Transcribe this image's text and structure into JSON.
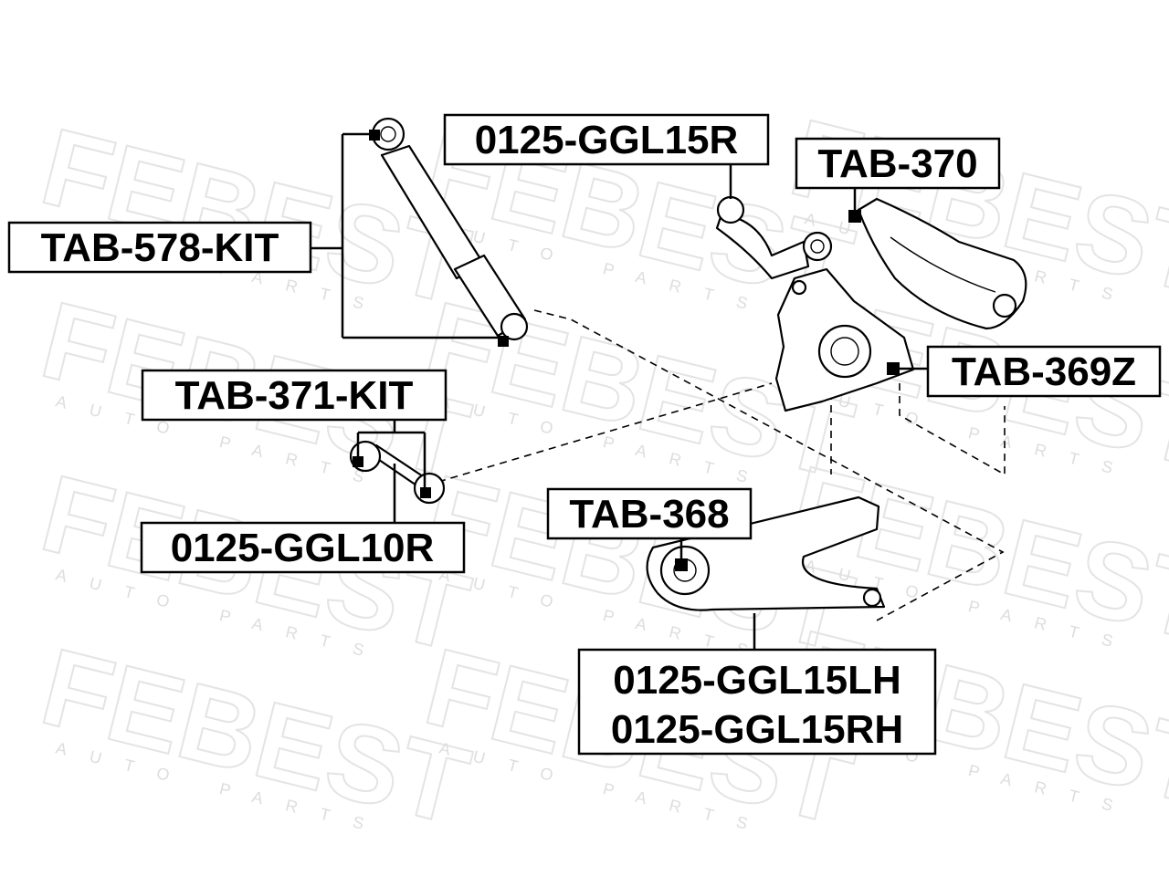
{
  "watermark": {
    "brand": "FEBEST",
    "tagline": "AUTO PARTS"
  },
  "labels": {
    "tab_578_kit": "TAB-578-KIT",
    "ggl15r": "0125-GGL15R",
    "tab_370": "TAB-370",
    "tab_369z": "TAB-369Z",
    "tab_371_kit": "TAB-371-KIT",
    "ggl10r": "0125-GGL10R",
    "tab_368": "TAB-368",
    "ggl15lh": "0125-GGL15LH",
    "ggl15rh": "0125-GGL15RH"
  },
  "colors": {
    "ink": "#000000",
    "watermark": "#e4e4e4",
    "background": "#ffffff"
  }
}
